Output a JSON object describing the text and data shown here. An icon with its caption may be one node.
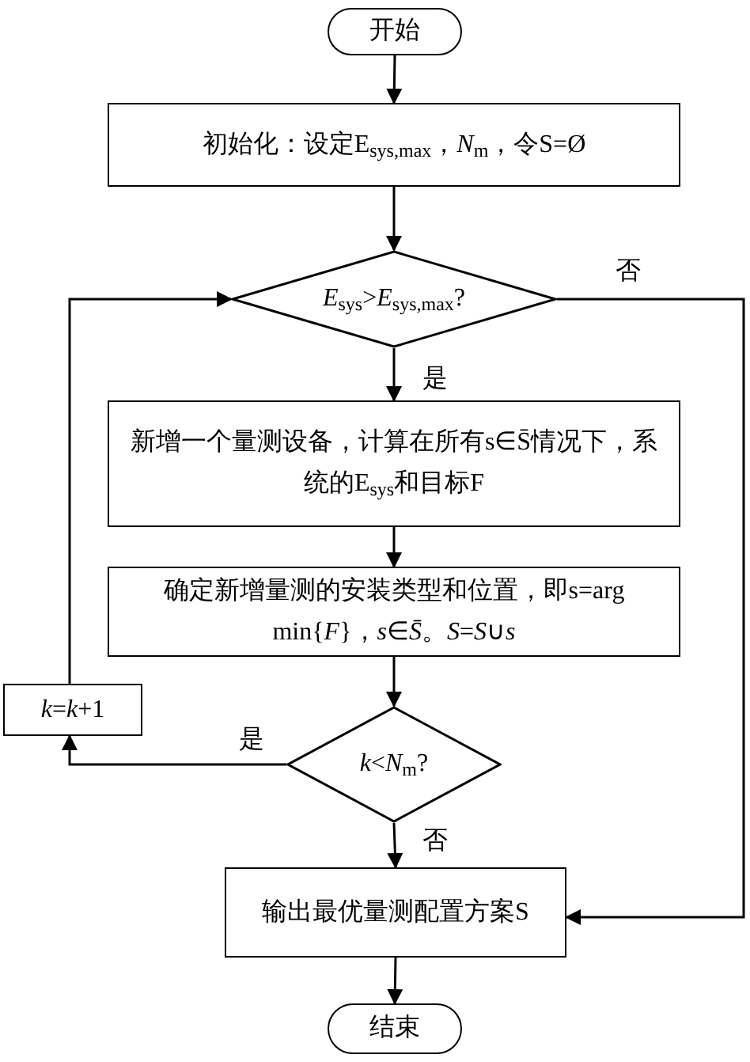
{
  "diagram": {
    "nodes": [
      {
        "text": [
          "开始"
        ]
      },
      {
        "text": [
          "初始化：设定E$_{sys,max}$，*N*$_{m}$，令S=Ø"
        ]
      },
      {
        "text": [
          "*E*$_{sys}$>*E*$_{sys,max}$?"
        ]
      },
      {
        "text": [
          "新增一个量测设备，计算在所有s∈S̄情况下，系统的E$_{sys}$和目标F"
        ]
      },
      {
        "text": [
          "确定新增量测的安装类型和位置，即s=arg min{*F*}，*s*∈*S̄*。*S*=*S*∪*s*"
        ]
      },
      {
        "text": [
          "*k*=*k*+1"
        ]
      },
      {
        "text": [
          "*k*<*N*$_{m}$?"
        ]
      },
      {
        "text": [
          "输出最优量测配置方案S"
        ]
      },
      {
        "text": [
          "结束"
        ]
      }
    ],
    "edges": [
      {
        "from": 0,
        "to": 1,
        "arrow": "to"
      },
      {
        "from": 1,
        "to": 2,
        "arrow": "to"
      },
      {
        "from": 2,
        "to": 3,
        "arrow": "to",
        "label": "是"
      },
      {
        "from": 2,
        "to": 7,
        "arrow": "to",
        "label": "否"
      },
      {
        "from": 3,
        "to": 4,
        "arrow": "to"
      },
      {
        "from": 4,
        "to": 6,
        "arrow": "to"
      },
      {
        "from": 6,
        "to": 5,
        "arrow": "to",
        "label": "是"
      },
      {
        "from": 5,
        "to": 2,
        "arrow": "to"
      },
      {
        "from": 6,
        "to": 7,
        "arrow": "to",
        "label": "否"
      },
      {
        "from": 7,
        "to": 8,
        "arrow": "to"
      }
    ]
  }
}
